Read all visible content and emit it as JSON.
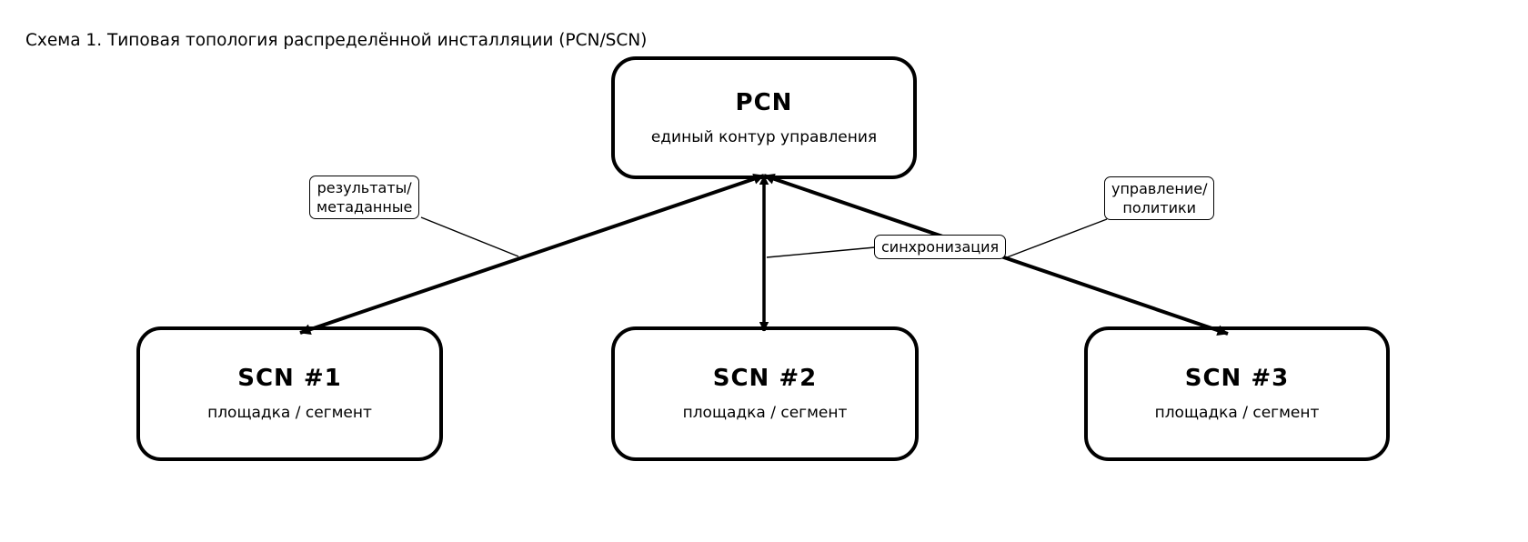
{
  "title": "Схема 1. Типовая топология распределённой инсталляции (PCN/SCN)",
  "diagram": {
    "type": "topology",
    "nodes": [
      {
        "id": "pcn",
        "title": "PCN",
        "subtitle": "единый контур управления"
      },
      {
        "id": "scn1",
        "title": "SCN #1",
        "subtitle": "площадка / сегмент"
      },
      {
        "id": "scn2",
        "title": "SCN #2",
        "subtitle": "площадка / сегмент"
      },
      {
        "id": "scn3",
        "title": "SCN #3",
        "subtitle": "площадка / сегмент"
      }
    ],
    "edges": [
      {
        "from": "pcn",
        "to": "scn1",
        "label": "результаты/метаданные",
        "direction": "both"
      },
      {
        "from": "pcn",
        "to": "scn2",
        "label": "синхронизация",
        "direction": "both"
      },
      {
        "from": "pcn",
        "to": "scn3",
        "label": "управление/политики",
        "direction": "both"
      }
    ]
  },
  "edge_labels": {
    "results": {
      "line1": "результаты/",
      "line2": "метаданные"
    },
    "sync": {
      "line1": "синхронизация"
    },
    "control": {
      "line1": "управление/",
      "line2": "политики"
    }
  },
  "colors": {
    "ink": "#000000",
    "background": "#ffffff"
  }
}
